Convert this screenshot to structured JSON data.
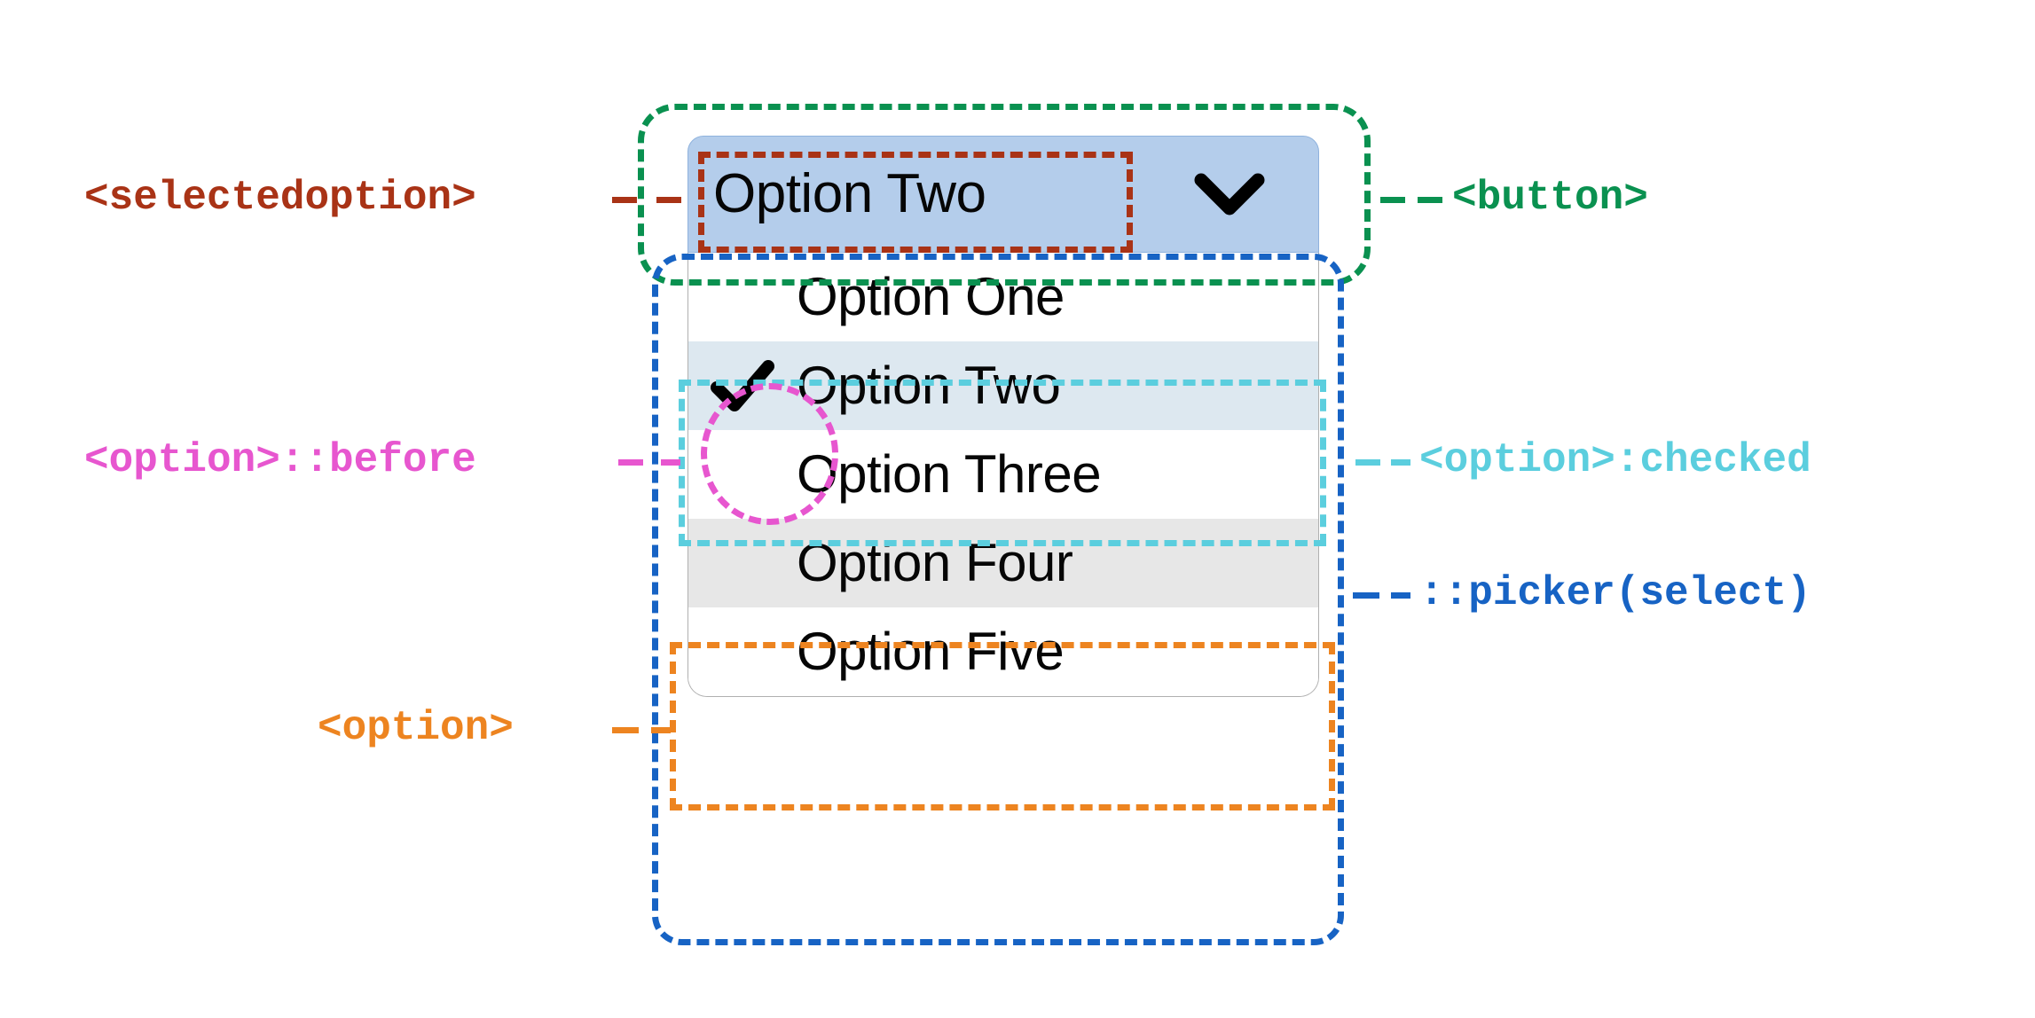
{
  "diagram": {
    "title": "HTML select element anatomy with CSS pseudo-element annotations",
    "background": "#ffffff"
  },
  "select": {
    "button": {
      "selected_value": "Option Two",
      "chevron_icon": "chevron-down-icon",
      "background": "#b4cdeb",
      "border": "#8fb2dd"
    },
    "picker": {
      "background": "#ffffff",
      "border": "#b0b0b0",
      "options": [
        {
          "label": "Option One",
          "checked": false,
          "hovered": false,
          "check_icon": ""
        },
        {
          "label": "Option Two",
          "checked": true,
          "hovered": false,
          "check_icon": "checkmark-icon"
        },
        {
          "label": "Option Three",
          "checked": false,
          "hovered": false,
          "check_icon": ""
        },
        {
          "label": "Option Four",
          "checked": false,
          "hovered": true,
          "check_icon": ""
        },
        {
          "label": "Option Five",
          "checked": false,
          "hovered": false,
          "check_icon": ""
        }
      ],
      "checked_background": "#dde8f0",
      "hovered_background": "#e7e7e7"
    }
  },
  "annotations": [
    {
      "key": "selectedoption",
      "text": "<selectedoption>",
      "color": "#a93316",
      "side": "left"
    },
    {
      "key": "button",
      "text": "<button>",
      "color": "#0a9150",
      "side": "right"
    },
    {
      "key": "option_before",
      "text": "<option>::before",
      "color": "#e756cf",
      "side": "left"
    },
    {
      "key": "option_checked",
      "text": "<option>:checked",
      "color": "#5bcede",
      "side": "right"
    },
    {
      "key": "picker_select",
      "text": "::picker(select)",
      "color": "#1763c4",
      "side": "right"
    },
    {
      "key": "option",
      "text": "<option>",
      "color": "#ed8420",
      "side": "left"
    }
  ]
}
